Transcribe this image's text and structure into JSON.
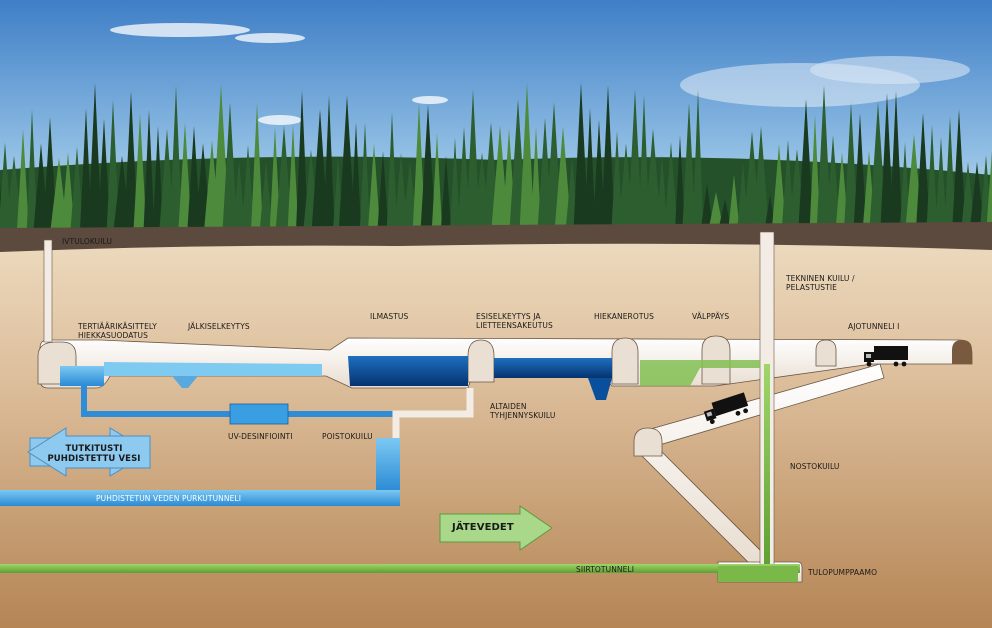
{
  "labels": {
    "ivtulokuilu": "IVTULOKUILU",
    "tertiaari": "TERTIÄÄRIKÄSITTELY\nHIEKKASUODATUS",
    "jalkiselkeytys": "JÄLKISELKEYTYS",
    "ilmastus": "ILMASTUS",
    "esiselkeytys": "ESISELKEYTYS JA\nLIETTEENSAKEUTUS",
    "hiekanerotus": "HIEKANEROTUS",
    "valppays": "VÄLPPÄYS",
    "tekninen_kuilu": "TEKNINEN KUILU /\nPELASTUSTIE",
    "ajotunneli": "AJOTUNNELI I",
    "altaiden": "ALTAIDEN\nTYHJENNYSKUILU",
    "uv": "UV-DESINFIOINTI",
    "poistokuilu": "POISTOKUILU",
    "purkutunneli": "PUHDISTETUN VEDEN PURKUTUNNELI",
    "nostokuilu": "NOSTOKUILU",
    "siirtotunneli": "SIIRTOTUNNELI",
    "tulopumppaamo": "TULOPUMPPAAMO"
  },
  "arrows": {
    "clean_water": "TUTKITUSTI\nPUHDISTETTU VESI",
    "wastewater": "JÄTEVEDET"
  },
  "colors": {
    "sky_top": "#3f7fc7",
    "sky_bottom": "#cfe4f3",
    "ground": "#d8b996",
    "ground_deep": "#b7875c",
    "sand_top": "#ead7bb",
    "tunnel": "#f3ece4",
    "clean_water": "#3aa0e0",
    "deep_water": "#0a4f9c",
    "wastewater": "#7bbf45",
    "arrow_blue": "#8ec9f0",
    "arrow_green": "#a9d88a"
  },
  "icons": {
    "truck": "truck-icon"
  }
}
